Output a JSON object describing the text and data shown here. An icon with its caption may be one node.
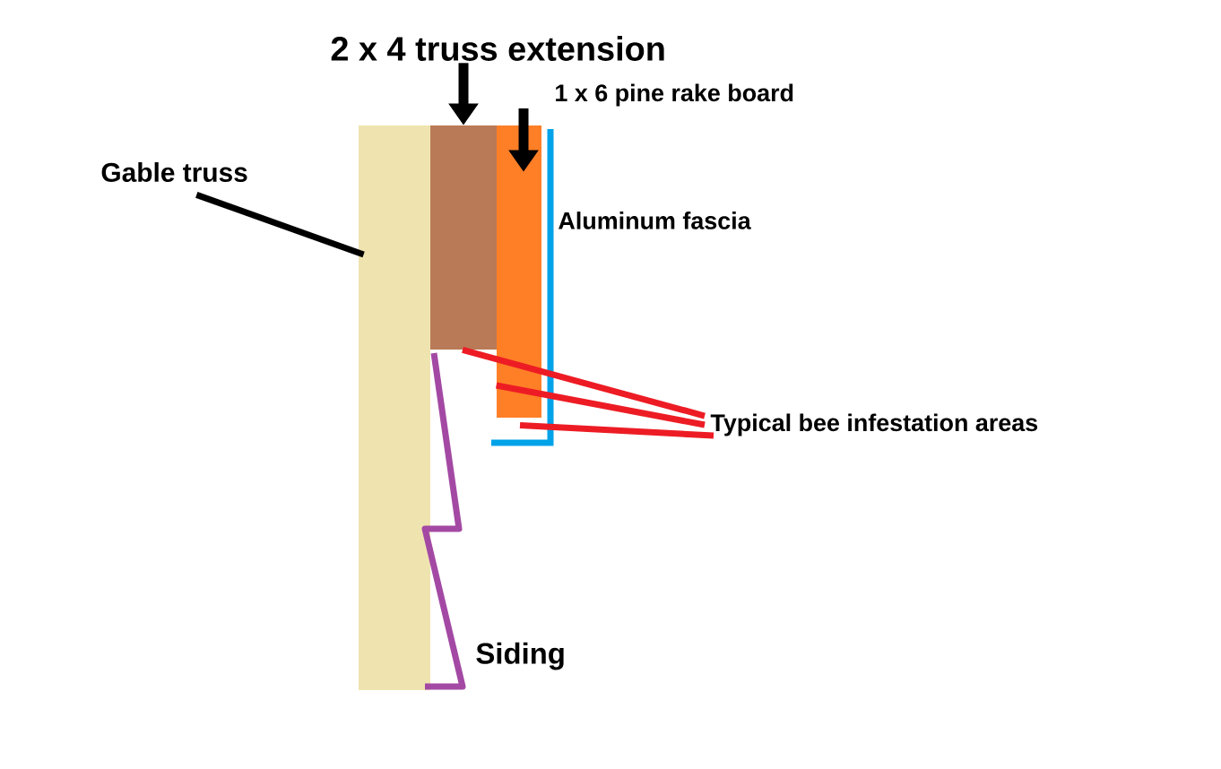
{
  "diagram": {
    "nodes": [
      {
        "text": [
          "Gable truss"
        ]
      },
      {
        "text": [],
        "shape": "box"
      },
      {
        "text": [
          "2 x 4 truss extension"
        ]
      },
      {
        "text": [],
        "shape": "box"
      },
      {
        "text": [
          "1 x 6 pine rake board"
        ]
      },
      {
        "text": [],
        "shape": "box"
      },
      {
        "text": [
          "Typical bee infestation areas"
        ]
      }
    ],
    "edges": [
      {
        "from": 0,
        "to": 1,
        "arrow": "none"
      },
      {
        "from": 2,
        "to": 3,
        "arrow": "to"
      },
      {
        "from": 4,
        "to": 5,
        "arrow": "to"
      },
      {
        "from": 6,
        "to": 3,
        "arrow": "none",
        "color": "#ed1c24"
      },
      {
        "from": 6,
        "to": 5,
        "arrow": "none",
        "color": "#ed1c24"
      },
      {
        "from": 6,
        "to": 5,
        "arrow": "none",
        "color": "#ed1c24"
      }
    ],
    "labels": [
      "Aluminum fascia",
      "Siding"
    ]
  }
}
